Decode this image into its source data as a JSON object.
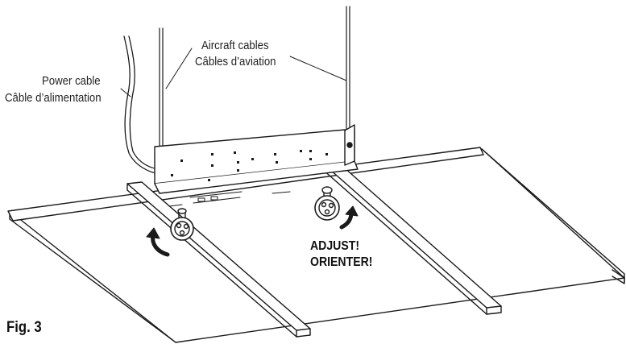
{
  "labels": {
    "aircraft_cables_en": "Aircraft cables",
    "aircraft_cables_fr": "Câbles d’aviation",
    "power_cable_en": "Power cable",
    "power_cable_fr": "Câble d’alimentation",
    "adjust_en": "ADJUST!",
    "adjust_fr": "ORIENTER!",
    "figure": "Fig. 3"
  }
}
